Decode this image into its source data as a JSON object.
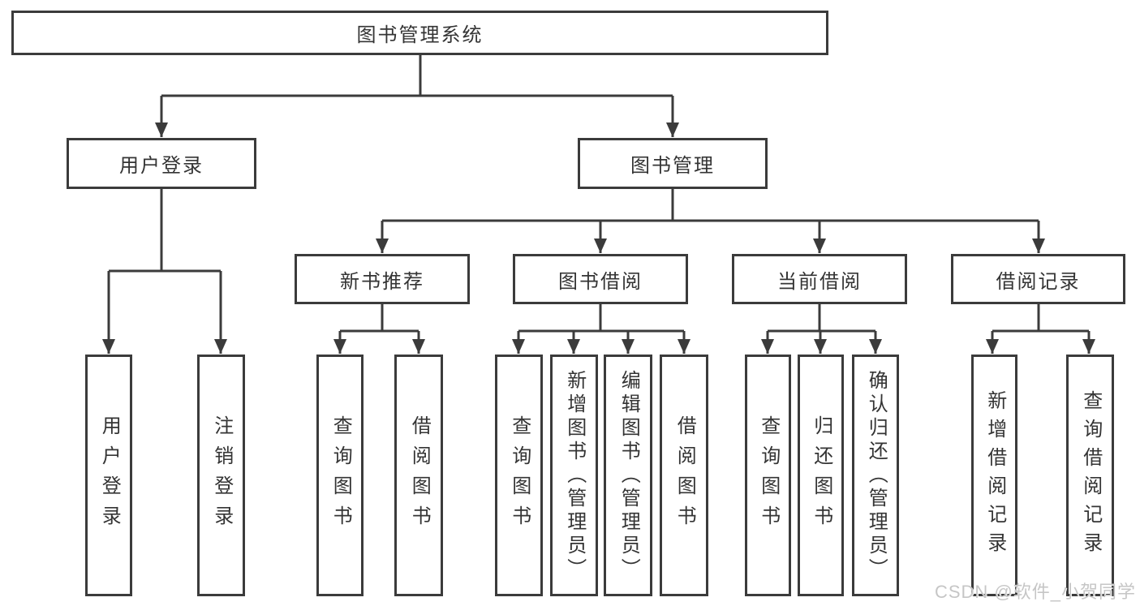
{
  "diagram": {
    "title": "图书管理系统",
    "nodes": {
      "root": "图书管理系统",
      "user_login": "用户登录",
      "book_management": "图书管理",
      "user_login_child": "用户登录",
      "logout": "注销登录",
      "new_book_recommend": "新书推荐",
      "book_borrow": "图书借阅",
      "current_borrow": "当前借阅",
      "borrow_records": "借阅记录",
      "nbr_query_book": "查询图书",
      "nbr_borrow_book": "借阅图书",
      "bb_query_book": "查询图书",
      "bb_add_book": "新增图书（管理员）",
      "bb_edit_book": "编辑图书（管理员）",
      "bb_borrow_book": "借阅图书",
      "cb_query_book": "查询图书",
      "cb_return_book": "归还图书",
      "cb_confirm_return": "确认归还（管理员）",
      "br_add_record": "新增借阅记录",
      "br_query_record": "查询借阅记录"
    },
    "hierarchy": {
      "图书管理系统": [
        "用户登录",
        "图书管理"
      ],
      "用户登录": [
        "用户登录",
        "注销登录"
      ],
      "图书管理": [
        "新书推荐",
        "图书借阅",
        "当前借阅",
        "借阅记录"
      ],
      "新书推荐": [
        "查询图书",
        "借阅图书"
      ],
      "图书借阅": [
        "查询图书",
        "新增图书（管理员）",
        "编辑图书（管理员）",
        "借阅图书"
      ],
      "当前借阅": [
        "查询图书",
        "归还图书",
        "确认归还（管理员）"
      ],
      "借阅记录": [
        "新增借阅记录",
        "查询借阅记录"
      ]
    },
    "colors": {
      "line": "#3b3b3b",
      "text": "#343434",
      "box_fill": "#ffffff",
      "watermark": "#c6c6c6"
    }
  },
  "watermark": "CSDN @软件_小贺同学"
}
